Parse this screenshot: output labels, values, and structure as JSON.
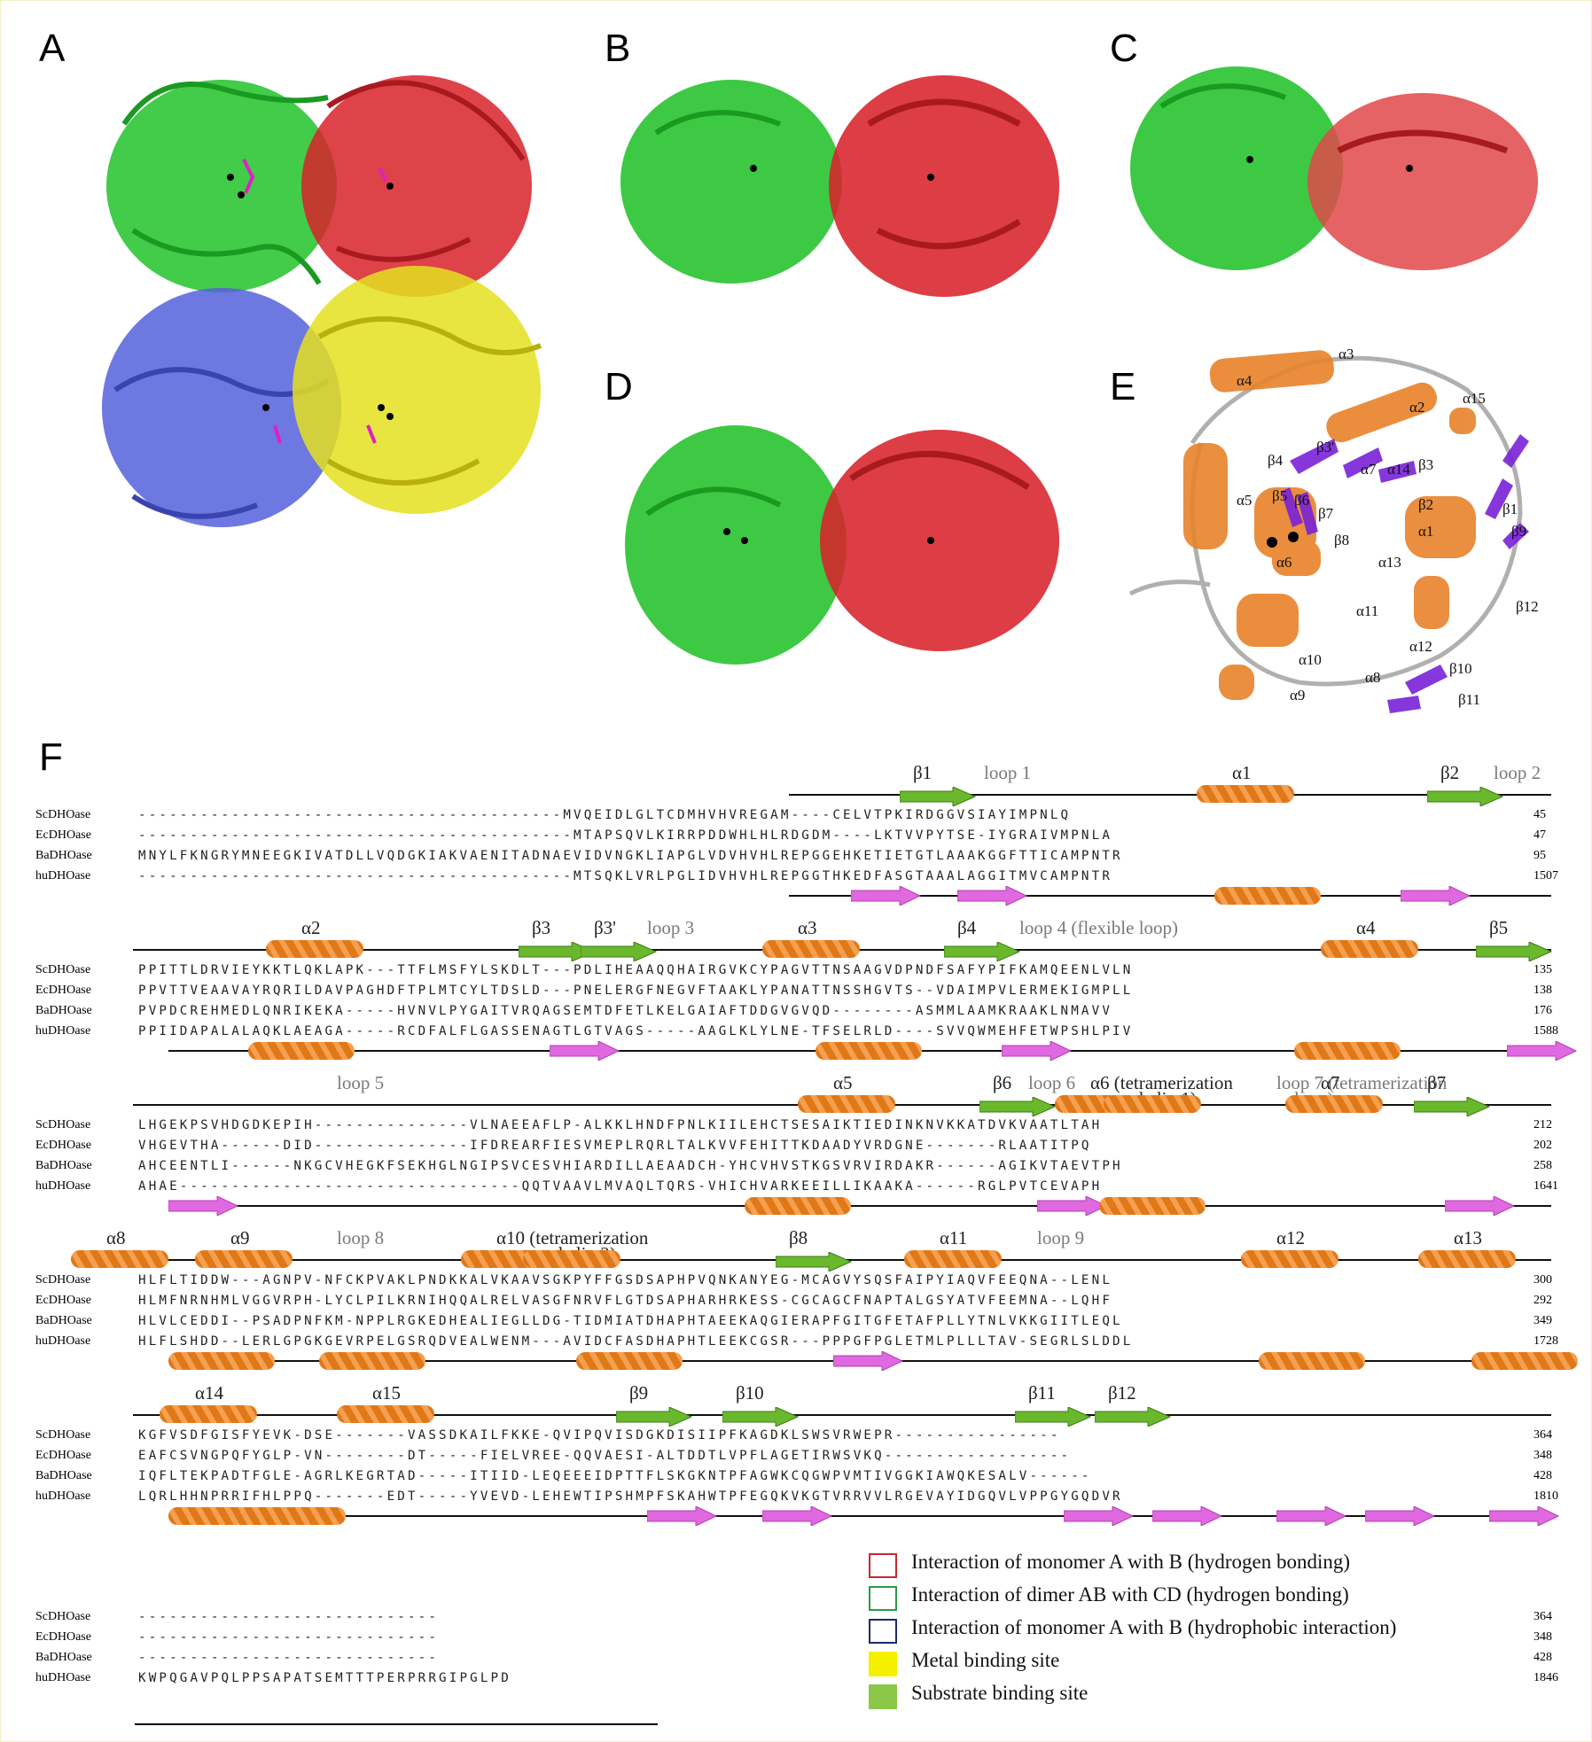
{
  "figure": {
    "panel_labels": {
      "a": "A",
      "b": "B",
      "c": "C",
      "d": "D",
      "e": "E",
      "f": "F"
    },
    "panel_e_labels": [
      "α3",
      "α4",
      "α2",
      "α15",
      "β4",
      "β3'",
      "β3",
      "α7",
      "α14",
      "α5",
      "β5",
      "β6",
      "β7",
      "β2",
      "β1",
      "α6",
      "β8",
      "α13",
      "α1",
      "β9",
      "β12",
      "α11",
      "α12",
      "α10",
      "α8",
      "β10",
      "α9",
      "β11"
    ],
    "colors": {
      "chain_a": "#22c22a",
      "chain_b": "#d8222a",
      "chain_c": "#5560dc",
      "chain_d": "#e4e020",
      "helix_e": "#e8822a",
      "strand_e": "#7a22d8",
      "coil": "#b0b0b0",
      "helix_ss": "#e07818",
      "strand_top": "#6ab82c",
      "strand_bottom": "#e068e0"
    }
  },
  "alignment": {
    "blocks": [
      {
        "ss_top": [
          {
            "label": "β1",
            "type": "strand"
          },
          {
            "label": "loop 1",
            "type": "loop"
          },
          {
            "label": "α1",
            "type": "helix"
          },
          {
            "label": "β2",
            "type": "strand"
          },
          {
            "label": "loop 2",
            "type": "loop"
          }
        ],
        "rows": [
          {
            "name": "ScDHOase",
            "seq": "-----------------------------------------MVQEIDLGLTCDMHVHVREGAM----CELVTPKIRDGGVSIAYIMPNLQ",
            "num": "45"
          },
          {
            "name": "EcDHOase",
            "seq": "------------------------------------------MTAPSQVLKIRRPDDWHLHLRDGDM----LKTVVPYTSE-IYGRAIVMPNLA",
            "num": "47"
          },
          {
            "name": "BaDHOase",
            "seq": "MNYLFKNGRYMNEEGKIVATDLLVQDGKIAKVAENITADNAEVIDVNGKLIAPGLVDVHVHLREPGGEHKETIETGTLAAAKGGFTTICAMPNTR",
            "num": "95"
          },
          {
            "name": "huDHOase",
            "seq": "------------------------------------------MTSQKLVRLPGLIDVHVHLREPGGTHKEDFASGTAAALAGGITMVCAMPNTR",
            "num": "1507"
          }
        ]
      },
      {
        "ss_top": [
          {
            "label": "α2",
            "type": "helix"
          },
          {
            "label": "β3",
            "type": "strand"
          },
          {
            "label": "β3'",
            "type": "strand"
          },
          {
            "label": "loop 3",
            "type": "loop"
          },
          {
            "label": "α3",
            "type": "helix"
          },
          {
            "label": "β4",
            "type": "strand"
          },
          {
            "label": "loop 4 (flexible loop)",
            "type": "loop"
          },
          {
            "label": "α4",
            "type": "helix"
          },
          {
            "label": "β5",
            "type": "strand"
          }
        ],
        "rows": [
          {
            "name": "ScDHOase",
            "seq": "PPITTLDRVIEYKKTLQKLAPK---TTFLMSFYLSKDLT---PDLIHEAAQQHAIRGVKCYPAGVTTNSAAGVDPNDFSAFYPIFKAMQEENLVLN",
            "num": "135"
          },
          {
            "name": "EcDHOase",
            "seq": "PPVTTVEAAVAYRQRILDAVPAGHDFTPLMTCYLTDSLD---PNELERGFNEGVFTAAKLYPANATTNSSHGVTS--VDAIMPVLERMEKIGMPLL",
            "num": "138"
          },
          {
            "name": "BaDHOase",
            "seq": "PVPDCREHMEDLQNRIKEKA-----HVNVLPYGAITVRQAGSEMTDFETLKELGAIAFTDDGVGVQD--------ASMMLAAMKRAAKLNMAVV",
            "num": "176"
          },
          {
            "name": "huDHOase",
            "seq": "PPIIDAPALALAQKLAEAGA-----RCDFALFLGASSENAGTLGTVAGS-----AAGLKLYLNE-TFSELRLD----SVVQWMEHFETWPSHLPIV",
            "num": "1588"
          }
        ]
      },
      {
        "ss_top": [
          {
            "label": "loop 5",
            "type": "loop"
          },
          {
            "label": "α5",
            "type": "helix"
          },
          {
            "label": "β6",
            "type": "strand"
          },
          {
            "label": "loop 6",
            "type": "loop"
          },
          {
            "label": "α6 (tetramerization",
            "type": "helix"
          },
          {
            "label": "helix 1)",
            "type": "helix"
          },
          {
            "label": "loop 7 (tetramerization",
            "type": "loop"
          },
          {
            "label": "loop)",
            "type": "loop"
          },
          {
            "label": "α7",
            "type": "helix"
          },
          {
            "label": "β7",
            "type": "strand"
          }
        ],
        "rows": [
          {
            "name": "ScDHOase",
            "seq": "LHGEKPSVHDGDKEPIH---------------VLNAEEAFLP-ALKKLHNDFPNLKIILEHCTSESAIKTIEDINKNVKKATDVKVAATLTAH",
            "num": "212"
          },
          {
            "name": "EcDHOase",
            "seq": "VHGEVTHA------DID---------------IFDREARFIESVMEPLRQRLTALKVVFEHITTKDAADYVRDGNE-------RLAATITPQ",
            "num": "202"
          },
          {
            "name": "BaDHOase",
            "seq": "AHCEENTLI------NKGCVHEGKFSEKHGLNGIPSVCESVHIARDILLAEAADCH-YHCVHVSTKGSVRVIRDAKR------AGIKVTAEVTPH",
            "num": "258"
          },
          {
            "name": "huDHOase",
            "seq": "AHAE---------------------------------QQTVAAVLMVAQLTQRS-VHICHVARKEEILLIKAAKA------RGLPVTCEVAPH",
            "num": "1641"
          }
        ]
      },
      {
        "ss_top": [
          {
            "label": "α8",
            "type": "helix"
          },
          {
            "label": "α9",
            "type": "helix"
          },
          {
            "label": "loop 8",
            "type": "loop"
          },
          {
            "label": "α10 (tetramerization",
            "type": "helix"
          },
          {
            "label": "helix 2)",
            "type": "helix"
          },
          {
            "label": "β8",
            "type": "strand"
          },
          {
            "label": "α11",
            "type": "helix"
          },
          {
            "label": "loop 9",
            "type": "loop"
          },
          {
            "label": "α12",
            "type": "helix"
          },
          {
            "label": "α13",
            "type": "helix"
          }
        ],
        "rows": [
          {
            "name": "ScDHOase",
            "seq": "HLFLTIDDW---AGNPV-NFCKPVAKLPNDKKALVKAAVSGKPYFFGSDSAPHPVQNKANYEG-MCAGVYSQSFAIPYIAQVFEEQNA--LENL",
            "num": "300"
          },
          {
            "name": "EcDHOase",
            "seq": "HLMFNRNHMLVGGVRPH-LYCLPILKRNIHQQALRELVASGFNRVFLGTDSAPHARHRKESS-CGCAGCFNAPTALGSYATVFEEMNA--LQHF",
            "num": "292"
          },
          {
            "name": "BaDHOase",
            "seq": "HLVLCEDDI--PSADPNFKM-NPPLRGKEDHEALIEGLLDG-TIDMIATDHAPHTAEEKAQGIERAPFGITGFETAFPLLYTNLVKKGIITLEQL",
            "num": "349"
          },
          {
            "name": "huDHOase",
            "seq": "HLFLSHDD--LERLGPGKGEVRPELGSRQDVEALWENM---AVIDCFASDHAPHTLEEKCGSR---PPPGFPGLETMLPLLLTAV-SEGRLSLDDL",
            "num": "1728"
          }
        ]
      },
      {
        "ss_top": [
          {
            "label": "α14",
            "type": "helix"
          },
          {
            "label": "α15",
            "type": "helix"
          },
          {
            "label": "β9",
            "type": "strand"
          },
          {
            "label": "β10",
            "type": "strand"
          },
          {
            "label": "β11",
            "type": "strand"
          },
          {
            "label": "β12",
            "type": "strand"
          }
        ],
        "rows": [
          {
            "name": "ScDHOase",
            "seq": "KGFVSDFGISFYEVK-DSE-------VASSDKAILFKKE-QVIPQVISDGKDISIIPFKAGDKLSWSVRWEPR----------------",
            "num": "364"
          },
          {
            "name": "EcDHOase",
            "seq": "EAFCSVNGPQFYGLP-VN--------DT-----FIELVREE-QQVAESI-ALTDDTLVPFLAGETIRWSVKQ------------------",
            "num": "348"
          },
          {
            "name": "BaDHOase",
            "seq": "IQFLTEKPADTFGLE-AGRLKEGRTAD-----ITIID-LEQEEEIDPTTFLSKGKNTPFAGWKCQGWPVMTIVGGKIAWQKESALV------",
            "num": "428"
          },
          {
            "name": "huDHOase",
            "seq": "LQRLHHNPRRIFHLPPQ-------EDT-----YVEVD-LEHEWTIPSHMPFSKAHWTPFEGQKVKGTVRRVVLRGEVAYIDGQVLVPPGYGQDVR",
            "num": "1810"
          }
        ]
      },
      {
        "ss_top": [],
        "rows": [
          {
            "name": "ScDHOase",
            "seq": "-----------------------------",
            "num": "364"
          },
          {
            "name": "EcDHOase",
            "seq": "-----------------------------",
            "num": "348"
          },
          {
            "name": "BaDHOase",
            "seq": "-----------------------------",
            "num": "428"
          },
          {
            "name": "huDHOase",
            "seq": "KWPQGAVPQLPPSAPATSEMTTTPERPRRGIPGLPD",
            "num": "1846"
          }
        ]
      }
    ]
  },
  "legend": {
    "items": [
      {
        "text": "Interaction of monomer A with B (hydrogen bonding)",
        "color": "#c8282d",
        "kind": "outline"
      },
      {
        "text": "Interaction of dimer AB with CD (hydrogen bonding)",
        "color": "#2a9a4a",
        "kind": "outline"
      },
      {
        "text": "Interaction of monomer A with B (hydrophobic interaction)",
        "color": "#1a2a6c",
        "kind": "outline"
      },
      {
        "text": "Metal binding site",
        "color": "#f5f000",
        "kind": "fill"
      },
      {
        "text": "Substrate binding site",
        "color": "#8bc84a",
        "kind": "fill"
      }
    ]
  }
}
